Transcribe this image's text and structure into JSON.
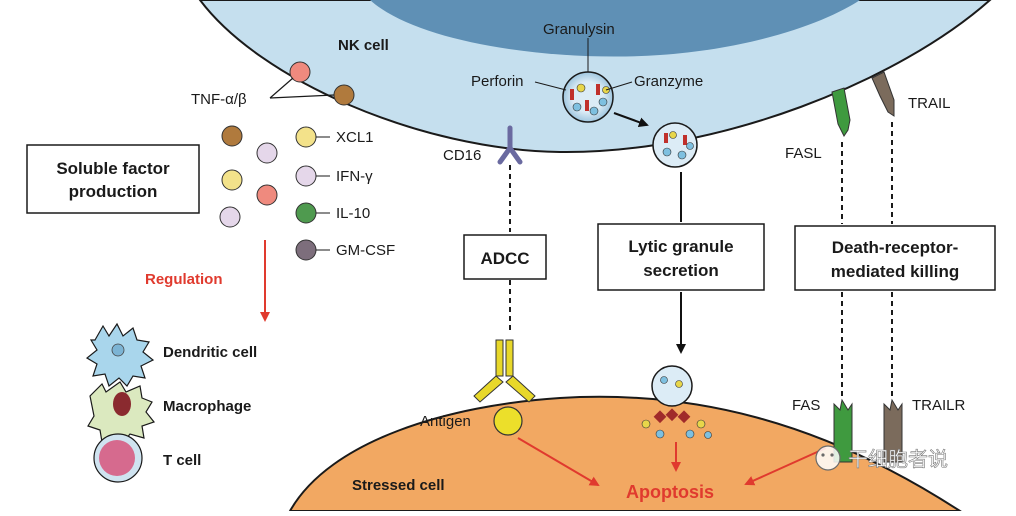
{
  "nk_cell": {
    "title": "NK cell",
    "granule_labels": {
      "granulysin": "Granulysin",
      "perforin": "Perforin",
      "granzyme": "Granzyme"
    },
    "receptors": {
      "cd16": "CD16",
      "fasl": "FASL",
      "trail": "TRAIL"
    }
  },
  "soluble": {
    "box_line1": "Soluble factor",
    "box_line2": "production",
    "tnf_label": "TNF-α/β",
    "legend": [
      {
        "label": "XCL1",
        "color": "#f3e28a"
      },
      {
        "label": "IFN-γ",
        "color": "#e5d7ea"
      },
      {
        "label": "IL-10",
        "color": "#4f9a4f"
      },
      {
        "label": "GM-CSF",
        "color": "#7d6e7c"
      }
    ],
    "regulation": "Regulation",
    "targets": [
      "Dendritic cell",
      "Macrophage",
      "T cell"
    ]
  },
  "mechanisms": {
    "adcc": "ADCC",
    "lytic_line1": "Lytic granule",
    "lytic_line2": "secretion",
    "death_line1": "Death-receptor-",
    "death_line2": "mediated killing"
  },
  "stressed_cell": {
    "title": "Stressed cell",
    "antigen": "Antigen",
    "fas": "FAS",
    "trailr": "TRAILR",
    "apoptosis": "Apoptosis"
  },
  "watermark": "干细胞者说",
  "colors": {
    "nk_fill": "#c5dfee",
    "nucleus": "#5f90b5",
    "stressed_fill": "#f2a862",
    "arrow_red": "#e03a2e",
    "fasl_green": "#3f9a3f",
    "trail_brown": "#7b6b5c",
    "antibody_yellow": "#e8d82a"
  }
}
